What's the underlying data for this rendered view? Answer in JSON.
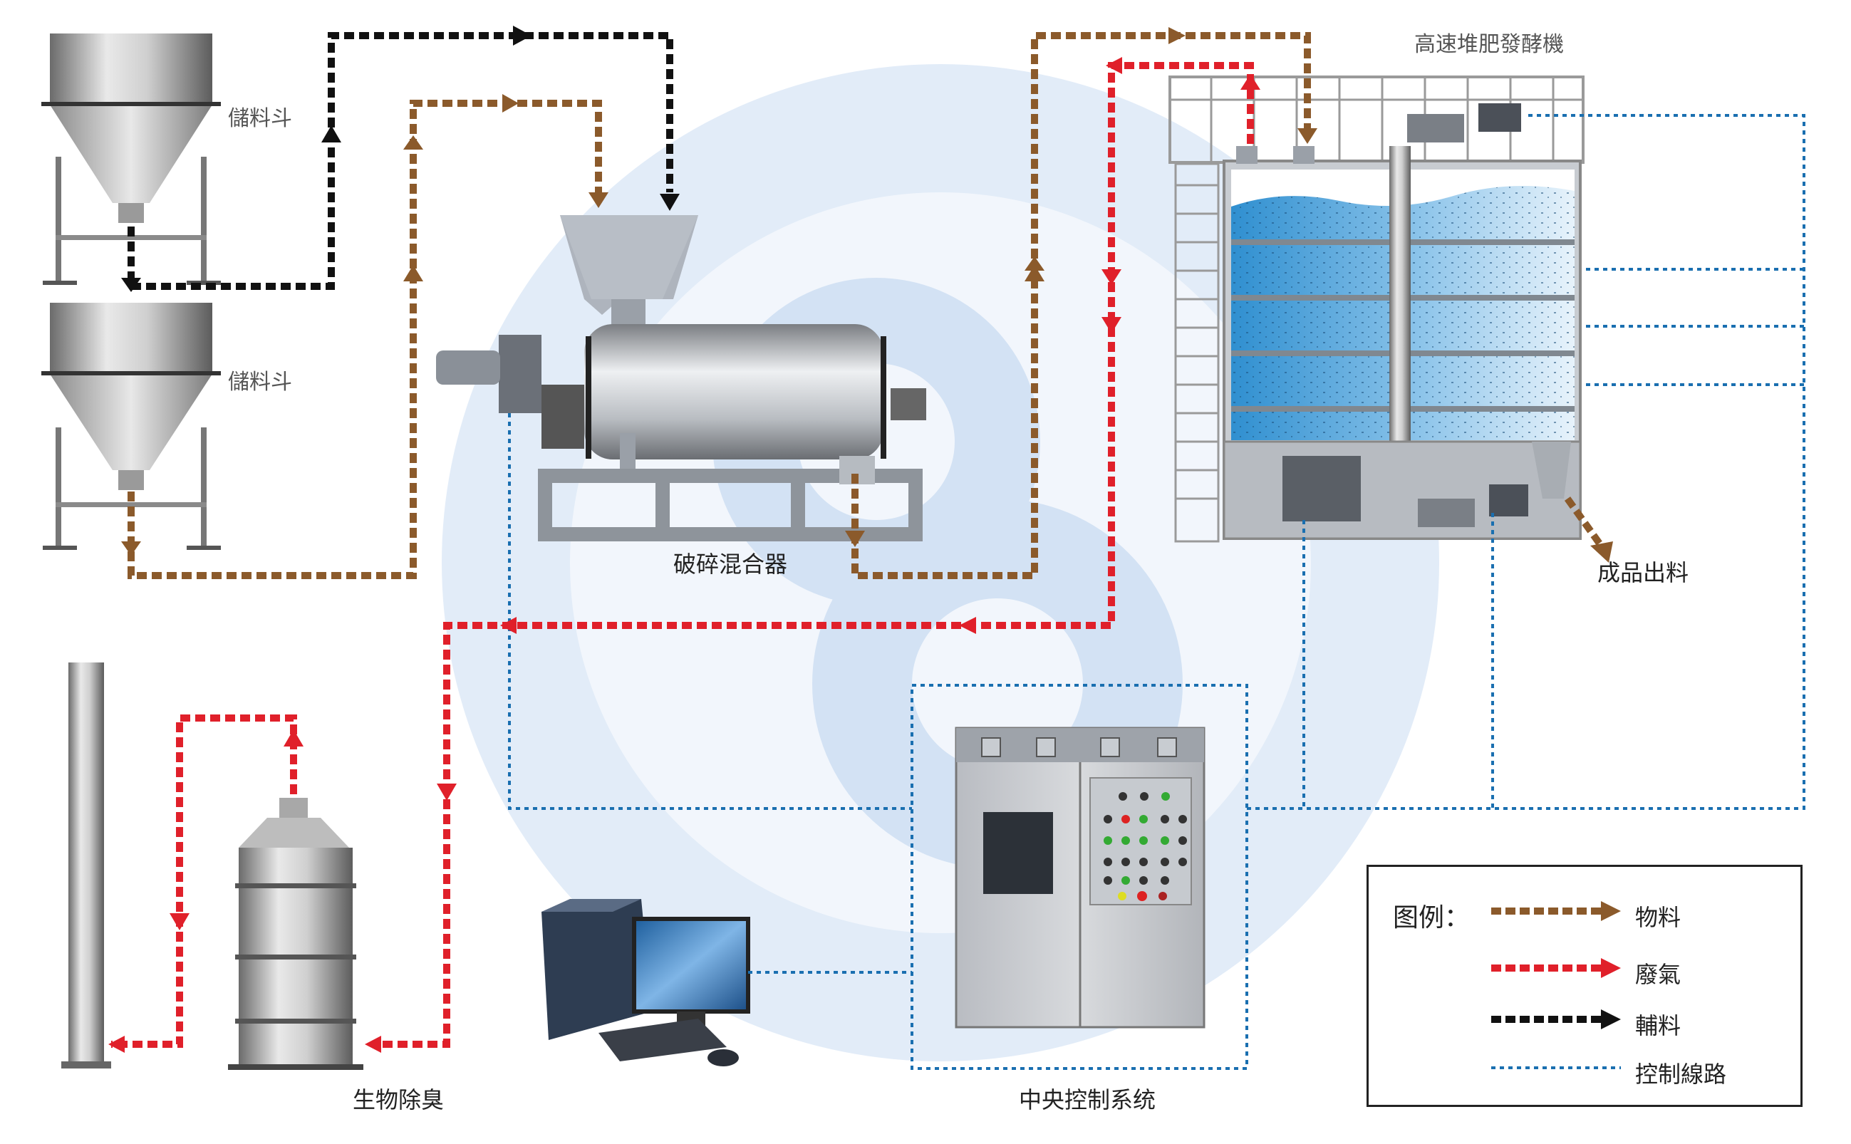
{
  "labels": {
    "hopper_top": "儲料斗",
    "hopper_bottom": "儲料斗",
    "crusher_mixer": "破碎混合器",
    "fermenter": "高速堆肥發酵機",
    "product_out": "成品出料",
    "bio_deodorizer": "生物除臭",
    "central_control": "中央控制系统"
  },
  "legend": {
    "title": "图例：",
    "items": [
      {
        "label": "物料",
        "color": "#8b5a2b",
        "style": "dashed-arrow"
      },
      {
        "label": "廢氣",
        "color": "#e0202a",
        "style": "dashed-arrow"
      },
      {
        "label": "輔料",
        "color": "#111111",
        "style": "dashed-arrow"
      },
      {
        "label": "控制線路",
        "color": "#1a6fb0",
        "style": "dotted-line"
      }
    ]
  },
  "colors": {
    "material": "#8b5a2b",
    "exhaust": "#e0202a",
    "auxiliary": "#111111",
    "control": "#1a6fb0",
    "watermark": "#dbe7f6",
    "compost_liquid": "#4a9fd8"
  }
}
